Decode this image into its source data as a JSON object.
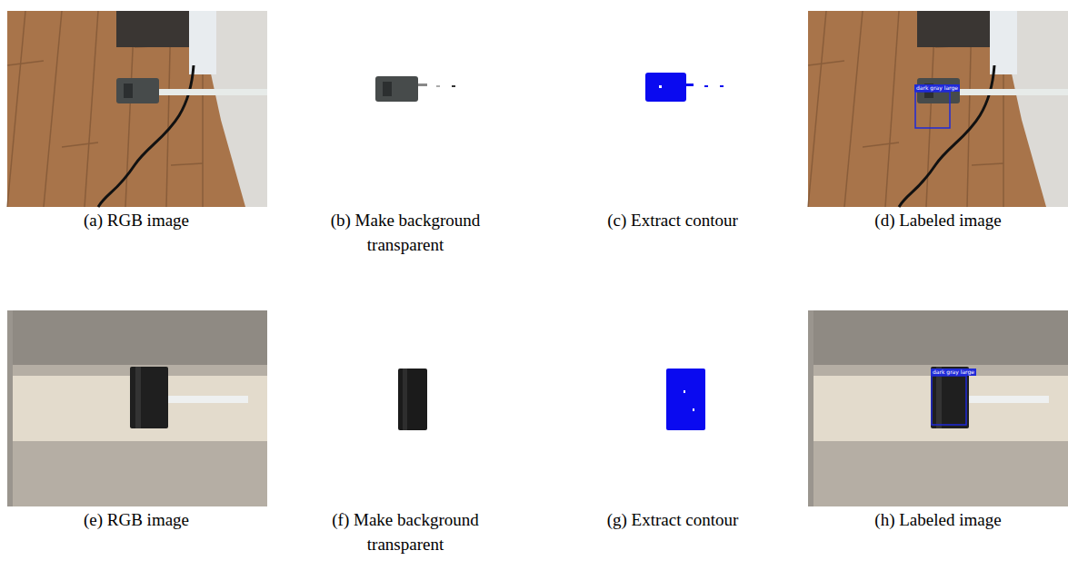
{
  "diagram": {
    "nodes": [
      {
        "text": [
          "dark gray large"
        ]
      },
      {
        "text": [
          "dark gray large"
        ]
      }
    ],
    "labels": [
      "(a) RGB image",
      "(b) Make background transparent",
      "(c) Extract contour",
      "(d) Labeled image",
      "(e) RGB image",
      "(f) Make background transparent",
      "(g) Extract contour",
      "(h) Labeled image"
    ]
  }
}
